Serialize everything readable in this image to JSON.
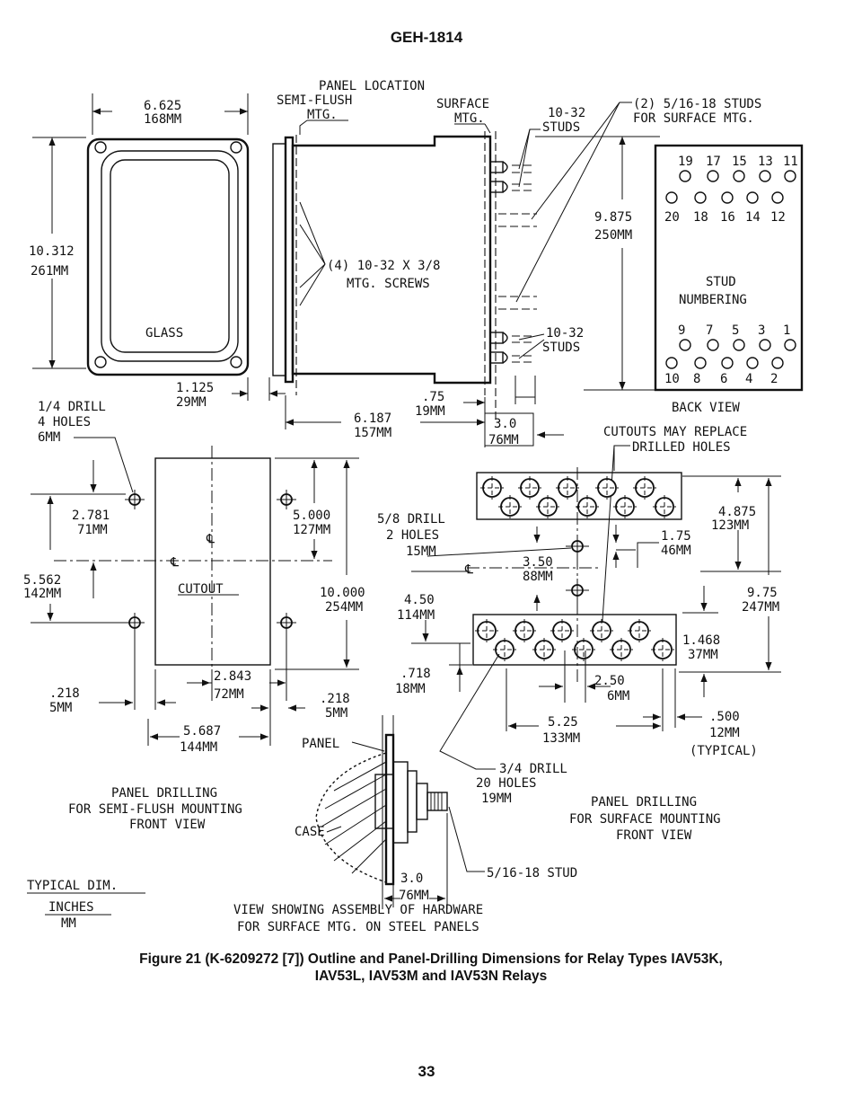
{
  "header": {
    "doc_number": "GEH-1814"
  },
  "footer": {
    "page_number": "33"
  },
  "caption": {
    "line1": "Figure 21 (K-6209272 [7]) Outline and Panel-Drilling Dimensions for Relay Types IAV53K,",
    "line2": "IAV53L, IAV53M and IAV53N Relays"
  },
  "front_view": {
    "width_in": "6.625",
    "width_mm": "168MM",
    "height_in": "10.312",
    "height_mm": "261MM",
    "glass": "GLASS",
    "offset_in": "1.125",
    "offset_mm": "29MM"
  },
  "side_view": {
    "panel_location": "PANEL LOCATION",
    "semi_flush_1": "SEMI-FLUSH",
    "semi_flush_2": "MTG.",
    "surface_1": "SURFACE",
    "surface_2": "MTG.",
    "studs_top_1": "10-32",
    "studs_top_2": "STUDS",
    "surface_studs_1": "(2) 5/16-18 STUDS",
    "surface_studs_2": "FOR SURFACE MTG.",
    "screws_1": "(4) 10-32 X 3/8",
    "screws_2": "MTG. SCREWS",
    "height_in": "9.875",
    "height_mm": "250MM",
    "studs_bot_1": "10-32",
    "studs_bot_2": "STUDS",
    "d75_in": ".75",
    "d75_mm": "19MM",
    "depth_in": "6.187",
    "depth_mm": "157MM",
    "d30_in": "3.0",
    "d30_mm": "76MM"
  },
  "back_view": {
    "top_row_upper": [
      "19",
      "17",
      "15",
      "13",
      "11"
    ],
    "top_row_lower": [
      "20",
      "18",
      "16",
      "14",
      "12"
    ],
    "label_1": "STUD",
    "label_2": "NUMBERING",
    "bot_row_upper": [
      "9",
      "7",
      "5",
      "3",
      "1"
    ],
    "bot_row_lower": [
      "10",
      "8",
      "6",
      "4",
      "2"
    ],
    "title": "BACK VIEW"
  },
  "semi_flush": {
    "drill_1": "1/4 DRILL",
    "drill_2": "4 HOLES",
    "drill_3": "6MM",
    "d2781_in": "2.781",
    "d2781_mm": "71MM",
    "d5562_in": "5.562",
    "d5562_mm": "142MM",
    "d5000_in": "5.000",
    "d5000_mm": "127MM",
    "d10000_in": "10.000",
    "d10000_mm": "254MM",
    "cutout": "CUTOUT",
    "cl": "℄",
    "d2843_in": "2.843",
    "d2843_mm": "72MM",
    "d218a_in": ".218",
    "d218a_mm": "5MM",
    "d218b_in": ".218",
    "d218b_mm": "5MM",
    "d5687_in": "5.687",
    "d5687_mm": "144MM",
    "title_1": "PANEL DRILLING",
    "title_2": "FOR SEMI-FLUSH MOUNTING",
    "title_3": "FRONT VIEW"
  },
  "surface": {
    "note_1": "CUTOUTS MAY REPLACE",
    "note_2": "DRILLED HOLES",
    "drill_1": "5/8 DRILL",
    "drill_2": "2 HOLES",
    "drill_3": "15MM",
    "d350_in": "3.50",
    "d350_mm": "88MM",
    "d175_in": "1.75",
    "d175_mm": "46MM",
    "d4875_in": "4.875",
    "d4875_mm": "123MM",
    "d975_in": "9.75",
    "d975_mm": "247MM",
    "d450_in": "4.50",
    "d450_mm": "114MM",
    "d1468_in": "1.468",
    "d1468_mm": "37MM",
    "d718_in": ".718",
    "d718_mm": "18MM",
    "d250_in": "2.50",
    "d250_mm": "6MM",
    "d525_in": "5.25",
    "d525_mm": "133MM",
    "d500_in": ".500",
    "d500_mm": "12MM",
    "typical": "(TYPICAL)",
    "drill20_1": "3/4 DRILL",
    "drill20_2": "20 HOLES",
    "drill20_3": "19MM",
    "title_1": "PANEL DRILLING",
    "title_2": "FOR SURFACE MOUNTING",
    "title_3": "FRONT VIEW"
  },
  "hardware": {
    "panel": "PANEL",
    "case": "CASE",
    "stud": "5/16-18 STUD",
    "d30_in": "3.0",
    "d30_mm": "76MM",
    "title_1": "VIEW SHOWING ASSEMBLY OF HARDWARE",
    "title_2": "FOR SURFACE MTG. ON STEEL PANELS"
  },
  "legend": {
    "title": "TYPICAL DIM.",
    "line1": "INCHES",
    "line2": "MM"
  }
}
